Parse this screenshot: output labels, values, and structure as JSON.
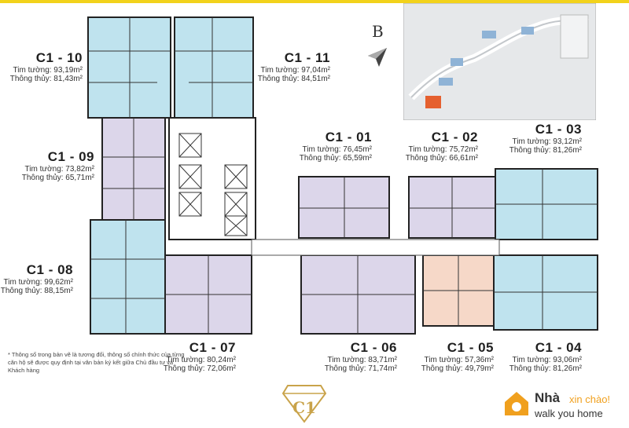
{
  "compass_letter": "B",
  "units": [
    {
      "id": "c1-10",
      "code": "C1 - 10",
      "tim_tuong": "Tim tường: 93,19m²",
      "thong_thuy": "Thông thủy: 81,43m²"
    },
    {
      "id": "c1-11",
      "code": "C1 - 11",
      "tim_tuong": "Tim tường: 97,04m²",
      "thong_thuy": "Thông thủy: 84,51m²"
    },
    {
      "id": "c1-09",
      "code": "C1 - 09",
      "tim_tuong": "Tim tường: 73,82m²",
      "thong_thuy": "Thông thủy: 65,71m²"
    },
    {
      "id": "c1-01",
      "code": "C1 - 01",
      "tim_tuong": "Tim tường: 76,45m²",
      "thong_thuy": "Thông thủy: 65,59m²"
    },
    {
      "id": "c1-02",
      "code": "C1 - 02",
      "tim_tuong": "Tim tường: 75,72m²",
      "thong_thuy": "Thông thủy: 66,61m²"
    },
    {
      "id": "c1-03",
      "code": "C1 - 03",
      "tim_tuong": "Tim tường: 93,12m²",
      "thong_thuy": "Thông thủy: 81,26m²"
    },
    {
      "id": "c1-08",
      "code": "C1 - 08",
      "tim_tuong": "Tim tường: 99,62m²",
      "thong_thuy": "Thông thủy: 88,15m²"
    },
    {
      "id": "c1-07",
      "code": "C1 - 07",
      "tim_tuong": "Tim tường: 80,24m²",
      "thong_thuy": "Thông thủy: 72,06m²"
    },
    {
      "id": "c1-06",
      "code": "C1 - 06",
      "tim_tuong": "Tim tường: 83,71m²",
      "thong_thuy": "Thông thủy: 71,74m²"
    },
    {
      "id": "c1-05",
      "code": "C1 - 05",
      "tim_tuong": "Tim tường: 57,36m²",
      "thong_thuy": "Thông thủy: 49,79m²"
    },
    {
      "id": "c1-04",
      "code": "C1 - 04",
      "tim_tuong": "Tim tường: 93,06m²",
      "thong_thuy": "Thông thủy: 81,26m²"
    }
  ],
  "note": "* Thông số trong bản vẽ là tương đối, thông số chính thức của từng căn hộ sẽ được quy định tại văn bản ký kết giữa Chủ đầu tư và Khách hàng",
  "emblem_text": "C1",
  "brand": {
    "name_part1": "Nhà",
    "name_part2": "xin chào!",
    "tagline": "walk you home"
  },
  "colors": {
    "accent_yellow": "#f2d21b",
    "blue_unit": "#bfe3ee",
    "lavender_unit": "#dcd6ea",
    "peach_unit": "#f6d8c8",
    "brand_orange": "#f0a01e"
  },
  "icons": [
    "north-arrow-icon",
    "house-logo-icon",
    "diamond-emblem-icon"
  ]
}
